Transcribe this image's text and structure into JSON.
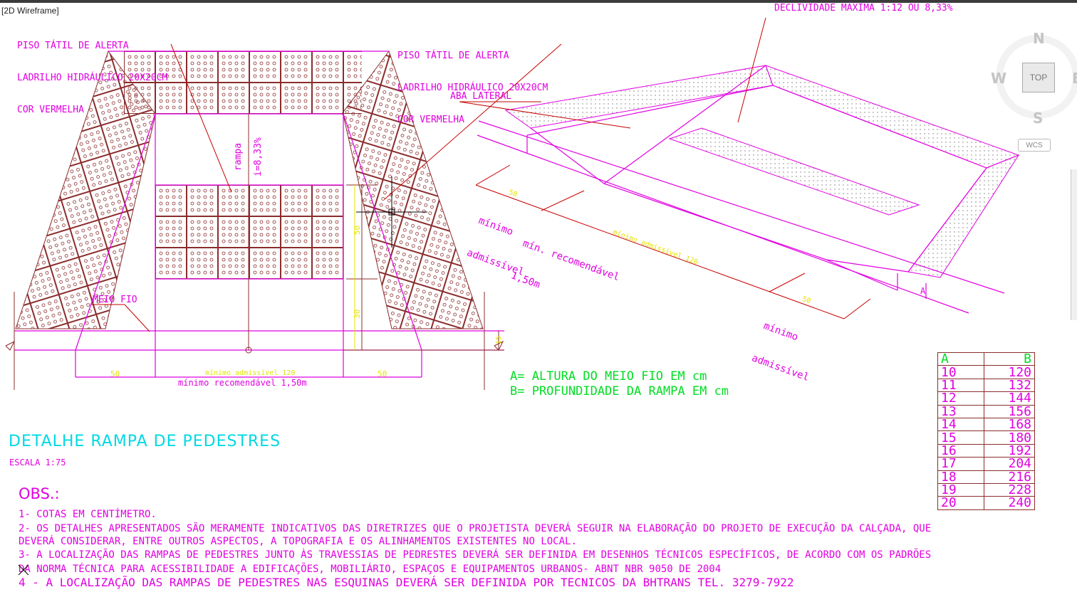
{
  "viewport_label": "[2D Wireframe]",
  "viewcube": {
    "north": "N",
    "south": "S",
    "west": "W",
    "east": "E",
    "face": "TOP",
    "ucs": "WCS"
  },
  "plan_labels": {
    "alert_left": [
      "PISO TÁTIL DE ALERTA",
      "LADRILHO HIDRÁULICO 20X20CM",
      "COR VERMELHA"
    ],
    "alert_right": [
      "PISO TÁTIL DE ALERTA",
      "LADRILHO HIDRÁULICO 20X20CM",
      "COR VERMELHA"
    ],
    "ramp": "rampa",
    "slope": "i=8,33%",
    "curb": "MEIO FIO",
    "dim_50_left": "50",
    "dim_50_right": "50",
    "dim_120": "mínimo admissível 120",
    "dim_min_rec": "mínimo recomendável 1,50m",
    "dim_50_v": "50",
    "dim_30_v": "30",
    "dim_15": "15"
  },
  "iso_labels": {
    "max_slope": "DECLIVIDADE MÁXIMA 1:12 OU 8,33%",
    "side_flap": "ABA LATERAL",
    "min_adm_left": [
      "mínimo",
      "admissível"
    ],
    "dim_50_left": "50",
    "min_rec": [
      "mín. recomendável",
      "1,50m"
    ],
    "dim_120": "mínimo admissível 120",
    "dim_50_right": "50",
    "min_adm_right": [
      "mínimo",
      "admissível"
    ],
    "a_mark": "A"
  },
  "legend": {
    "a": "A= ALTURA DO MEIO FIO EM cm",
    "b": "B= PROFUNDIDADE DA RAMPA EM cm"
  },
  "table": {
    "headers": [
      "A",
      "B"
    ],
    "rows": [
      [
        "10",
        "120"
      ],
      [
        "11",
        "132"
      ],
      [
        "12",
        "144"
      ],
      [
        "13",
        "156"
      ],
      [
        "14",
        "168"
      ],
      [
        "15",
        "180"
      ],
      [
        "16",
        "192"
      ],
      [
        "17",
        "204"
      ],
      [
        "18",
        "216"
      ],
      [
        "19",
        "228"
      ],
      [
        "20",
        "240"
      ]
    ]
  },
  "title": "DETALHE RAMPA DE PEDESTRES",
  "scale": "ESCALA 1:75",
  "obs": {
    "heading": "OBS.:",
    "lines": [
      "1- COTAS EM CENTÍMETRO.",
      "2- OS DETALHES APRESENTADOS SÃO MERAMENTE INDICATIVOS DAS DIRETRIZES QUE O PROJETISTA DEVERÁ SEGUIR NA ELABORAÇÃO DO PROJETO DE EXECUÇÃO DA CALÇADA, QUE",
      "DEVERÁ CONSIDERAR, ENTRE OUTROS ASPECTOS, A TOPOGRAFIA E OS ALINHAMENTOS EXISTENTES NO LOCAL.",
      "3- A LOCALIZAÇÃO DAS RAMPAS DE PEDESTRES JUNTO ÀS TRAVESSIAS DE PEDRESTES DEVERÁ SER DEFINIDA EM DESENHOS TÉCNICOS ESPECÍFICOS, DE ACORDO COM OS PADRÕES",
      "DA NORMA TÉCNICA PARA ACESSIBILIDADE A EDIFICAÇÕES, MOBILIÁRIO, ESPAÇOS E EQUIPAMENTOS URBANOS- ABNT NBR 9050 DE 2004",
      "4 - A LOCALIZAÇÃO DAS RAMPAS DE PEDESTRES NAS ESQUINAS DEVERÁ SER DEFINIDA POR TECNICOS DA BHTRANS TEL. 3279-7922"
    ]
  },
  "colors": {
    "magenta": "#e100e1",
    "cyan": "#00d9e3",
    "green": "#00dd22",
    "red": "#c80000",
    "tile": "#8b2c2c"
  }
}
